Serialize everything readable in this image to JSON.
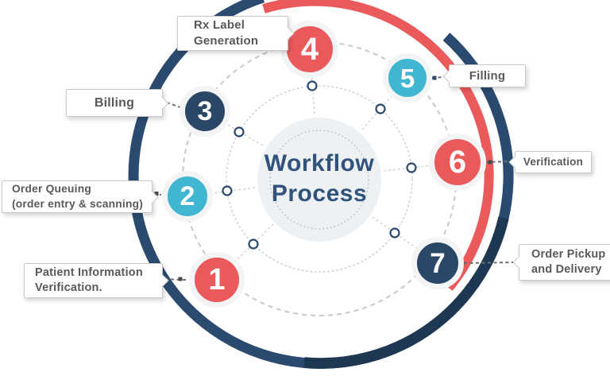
{
  "title": {
    "line1": "Workflow",
    "line2": "Process"
  },
  "steps": [
    {
      "num": "1",
      "color": "#EB5A5A",
      "label_lines": [
        "Patient Information",
        "Verification."
      ]
    },
    {
      "num": "2",
      "color": "#40B6D0",
      "label_lines": [
        "Order Queuing",
        "(order entry & scanning)"
      ]
    },
    {
      "num": "3",
      "color": "#2A4767",
      "label_lines": [
        "Billing"
      ]
    },
    {
      "num": "4",
      "color": "#EB5A5A",
      "label_lines": [
        "Rx Label",
        "Generation"
      ]
    },
    {
      "num": "5",
      "color": "#40B6D0",
      "label_lines": [
        "Filling"
      ]
    },
    {
      "num": "6",
      "color": "#EB5A5A",
      "label_lines": [
        "Verification"
      ]
    },
    {
      "num": "7",
      "color": "#2A4767",
      "label_lines": [
        "Order Pickup",
        "and Delivery"
      ]
    }
  ],
  "colors": {
    "accent_red": "#EB5A5A",
    "accent_cyan": "#40B6D0",
    "accent_navy": "#2A4767",
    "ring_navy": "#2B4A6F",
    "ring_navy_dark": "#1E3853",
    "title_text": "#30537B",
    "label_text": "#58595B",
    "center_disc": "#EDF1F4"
  }
}
